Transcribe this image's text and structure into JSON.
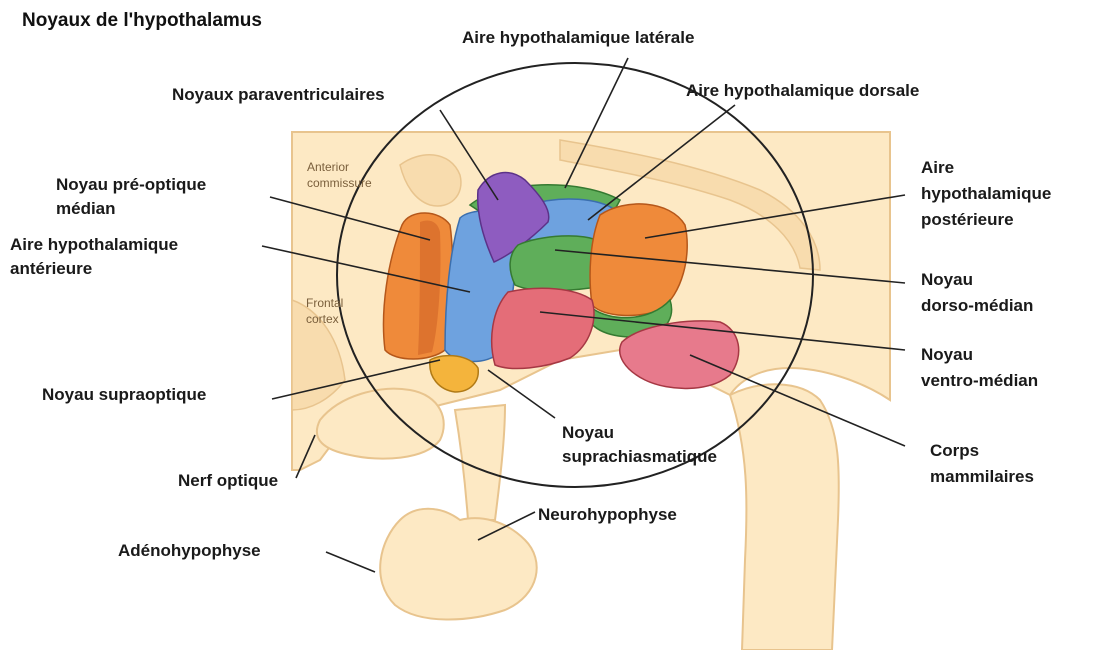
{
  "title": "Noyaux de l'hypothalamus",
  "inner_labels": {
    "anterior": "Anterior",
    "commissure": "commissure",
    "frontal": "Frontal",
    "cortex": "cortex"
  },
  "labels": {
    "aire_laterale": "Aire hypothalamique latérale",
    "aire_dorsale": "Aire hypothalamique dorsale",
    "paraventriculaires": "Noyaux paraventriculaires",
    "preoptique_1": "Noyau pré-optique",
    "preoptique_2": "médian",
    "anterieure_1": "Aire hypothalamique",
    "anterieure_2": "antérieure",
    "posterieure_1": "Aire",
    "posterieure_2": "hypothalamique",
    "posterieure_3": "postérieure",
    "dorso_1": "Noyau",
    "dorso_2": "dorso-médian",
    "ventro_1": "Noyau",
    "ventro_2": "ventro-médian",
    "supraoptique": "Noyau supraoptique",
    "suprachiasmatique_1": "Noyau",
    "suprachiasmatique_2": "suprachiasmatique",
    "mammillaires_1": "Corps",
    "mammillaires_2": "mammilaires",
    "nerf_optique": "Nerf optique",
    "neurohypophyse": "Neurohypophyse",
    "adenohypophyse": "Adénohypophyse"
  },
  "colors": {
    "tissue": "#fde9c4",
    "tissue_edge": "#e8c48e",
    "orange": "#ef8a3a",
    "blue": "#6ea2df",
    "purple": "#8e5cc0",
    "green": "#5fae5a",
    "red": "#e46d78",
    "pink": "#e77a8c",
    "yellow": "#f4b43c"
  }
}
